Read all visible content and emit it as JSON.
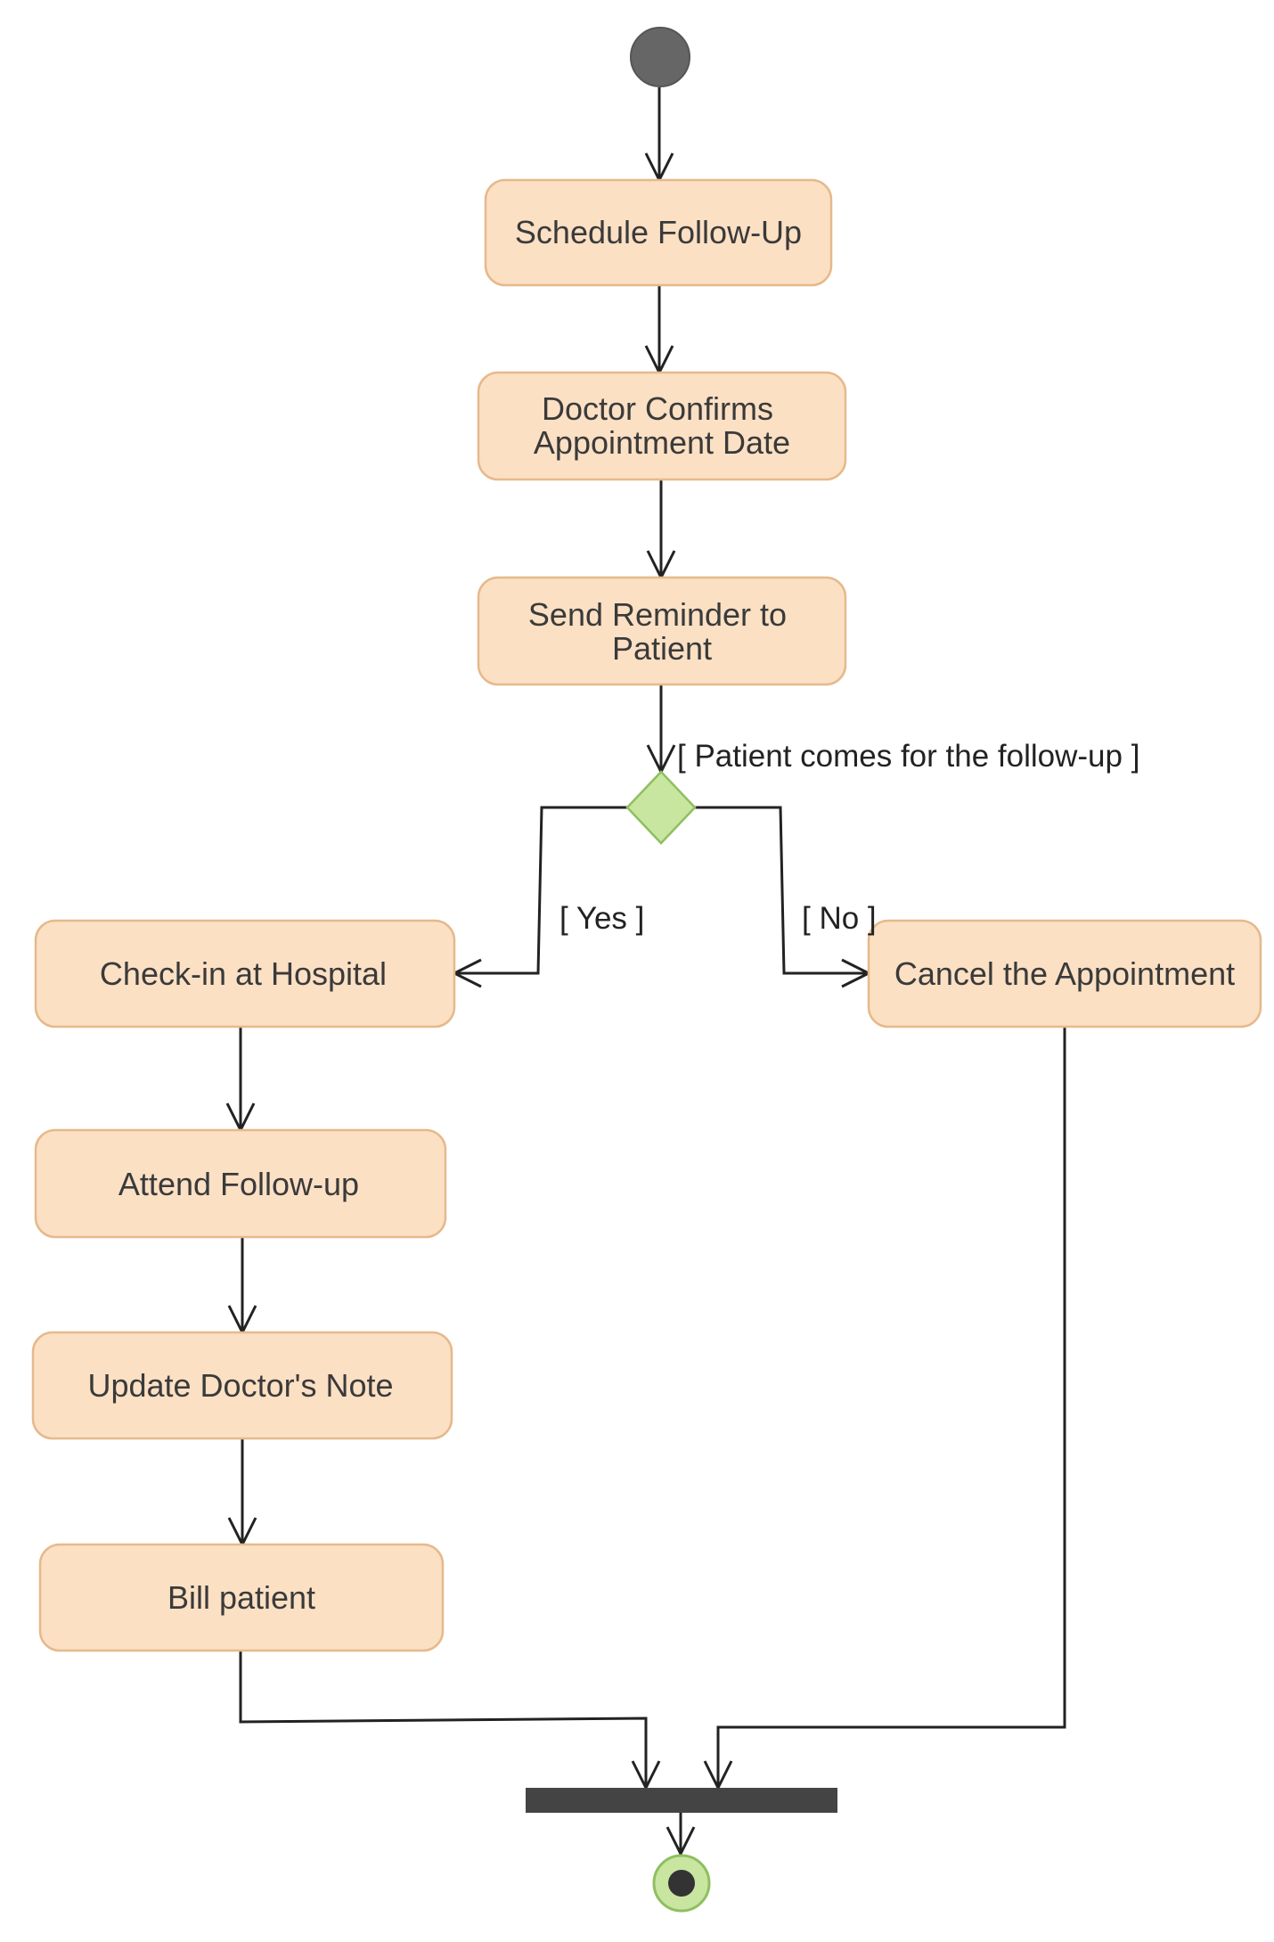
{
  "diagram": {
    "type": "uml-activity-diagram",
    "colors": {
      "action_fill": "#fbe0c4",
      "action_stroke": "#e6b98b",
      "decision_fill": "#c8e6a0",
      "start_node": "#666666",
      "bar": "#444444",
      "end_ring": "#c8e6a0",
      "line": "#222222"
    },
    "actions": {
      "schedule": {
        "lines": [
          "Schedule Follow-Up"
        ]
      },
      "confirm": {
        "lines": [
          "Doctor Confirms",
          "Appointment Date"
        ]
      },
      "reminder": {
        "lines": [
          "Send Reminder to",
          "Patient"
        ]
      },
      "checkin": {
        "lines": [
          "Check-in at Hospital"
        ]
      },
      "attend": {
        "lines": [
          "Attend Follow-up"
        ]
      },
      "update": {
        "lines": [
          "Update Doctor's Note"
        ]
      },
      "bill": {
        "lines": [
          "Bill patient"
        ]
      },
      "cancel": {
        "lines": [
          "Cancel the Appointment"
        ]
      }
    },
    "guards": {
      "decision": "[ Patient comes for the follow-up ]",
      "yes": "[ Yes ]",
      "no": "[ No ]"
    }
  }
}
